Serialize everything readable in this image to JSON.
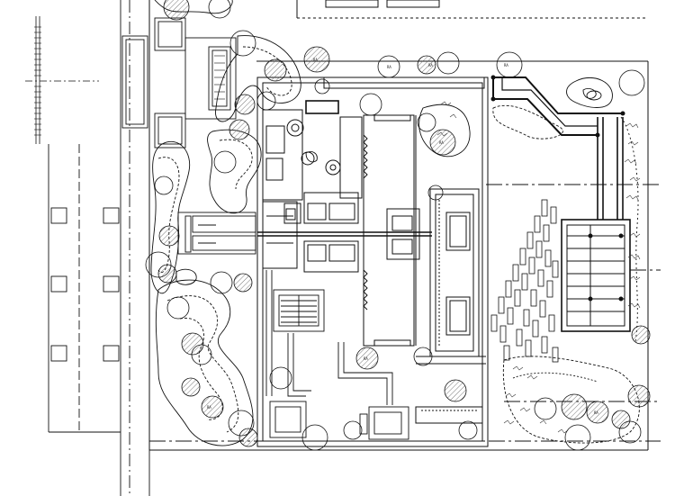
{
  "drawing": {
    "kind": "landscape site plan",
    "colors": {
      "ink": "#111111",
      "hatch": "#555555",
      "paper": "#ffffff"
    }
  },
  "tag_marks": [
    "RA",
    "RA",
    "RA",
    "RA",
    "RA",
    "RA",
    "RA",
    "RA"
  ]
}
